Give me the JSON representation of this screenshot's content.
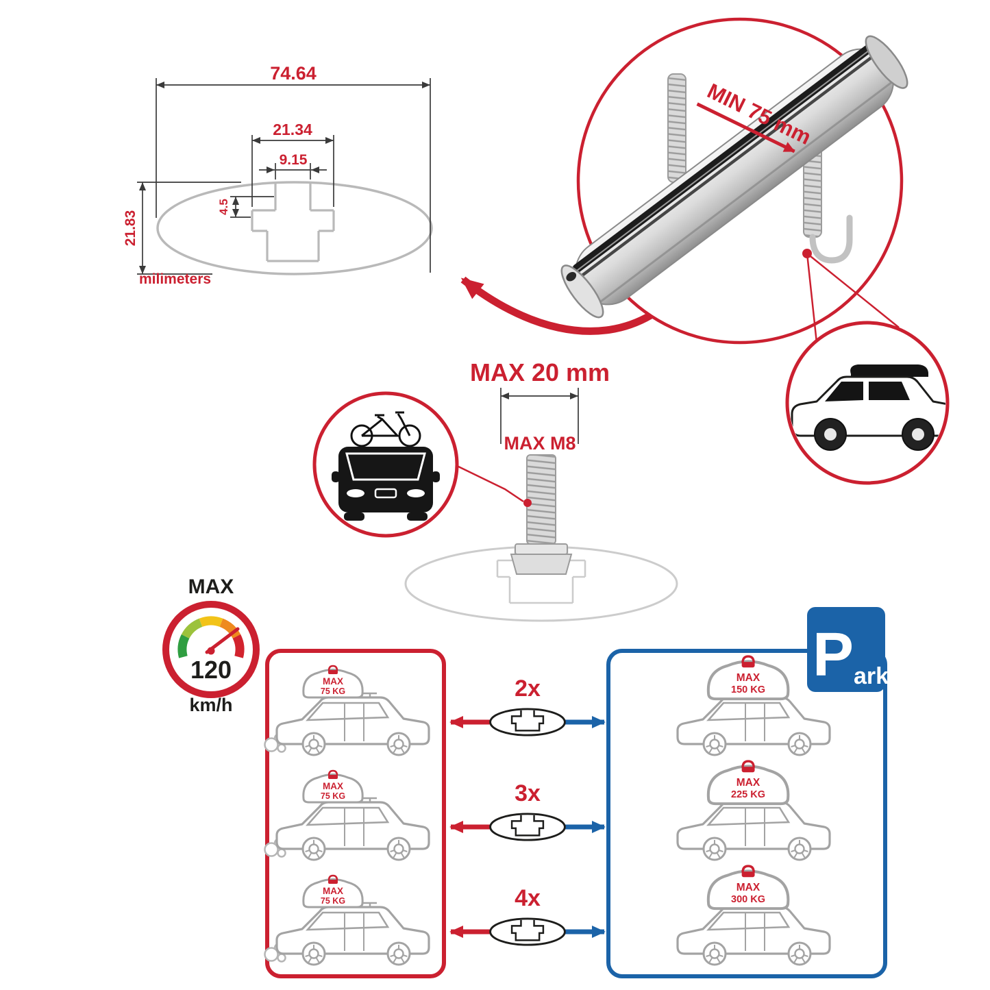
{
  "colors": {
    "red": "#cb2030",
    "blue": "#1b63a8",
    "gray": "#b9b9b9"
  },
  "cross_section": {
    "total_width": "74.64",
    "slot_outer_width": "21.34",
    "slot_opening_width": "9.15",
    "slot_depth": "4.5",
    "total_height": "21.83",
    "units": "milimeters"
  },
  "clamp": {
    "min_label": "MIN 75 mm"
  },
  "bolt": {
    "max_length": "MAX 20 mm",
    "max_thread": "MAX M8"
  },
  "speed": {
    "title": "MAX",
    "value": "120",
    "unit": "km/h"
  },
  "quantities": [
    {
      "label": "2x"
    },
    {
      "label": "3x"
    },
    {
      "label": "4x"
    }
  ],
  "driving_cars": [
    {
      "line1": "MAX",
      "line2": "75 KG"
    },
    {
      "line1": "MAX",
      "line2": "75 KG"
    },
    {
      "line1": "MAX",
      "line2": "75 KG"
    }
  ],
  "parked_cars": [
    {
      "line1": "MAX",
      "line2": "150 KG"
    },
    {
      "line1": "MAX",
      "line2": "225 KG"
    },
    {
      "line1": "MAX",
      "line2": "300 KG"
    }
  ],
  "park_sign": {
    "p": "P",
    "ark": "ark"
  }
}
